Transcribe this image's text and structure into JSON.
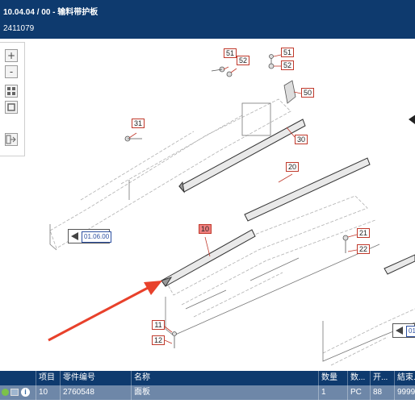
{
  "header": {
    "title": "10.04.04 / 00 - 输料带护板",
    "subtitle": "2411079"
  },
  "toolbar": {
    "zoom_in": "+",
    "zoom_out": "-"
  },
  "callouts": [
    "51",
    "52",
    "51",
    "52",
    "50",
    "31",
    "30",
    "20",
    "10",
    "21",
    "22",
    "11",
    "12"
  ],
  "refs": [
    "01.06.00",
    "01"
  ],
  "table": {
    "headers": [
      "项目",
      "零件编号",
      "名称",
      "数量",
      "数...",
      "开...",
      "結束..."
    ],
    "row": {
      "item": "10",
      "part_no": "2760548",
      "name": "面板",
      "qty": "1",
      "unit": "PC",
      "start": "88",
      "end": "9999"
    }
  },
  "colors": {
    "header": "#0e3a6e",
    "row": "#6e87a8",
    "callout": "#c0392b",
    "arrow": "#e8412b"
  }
}
